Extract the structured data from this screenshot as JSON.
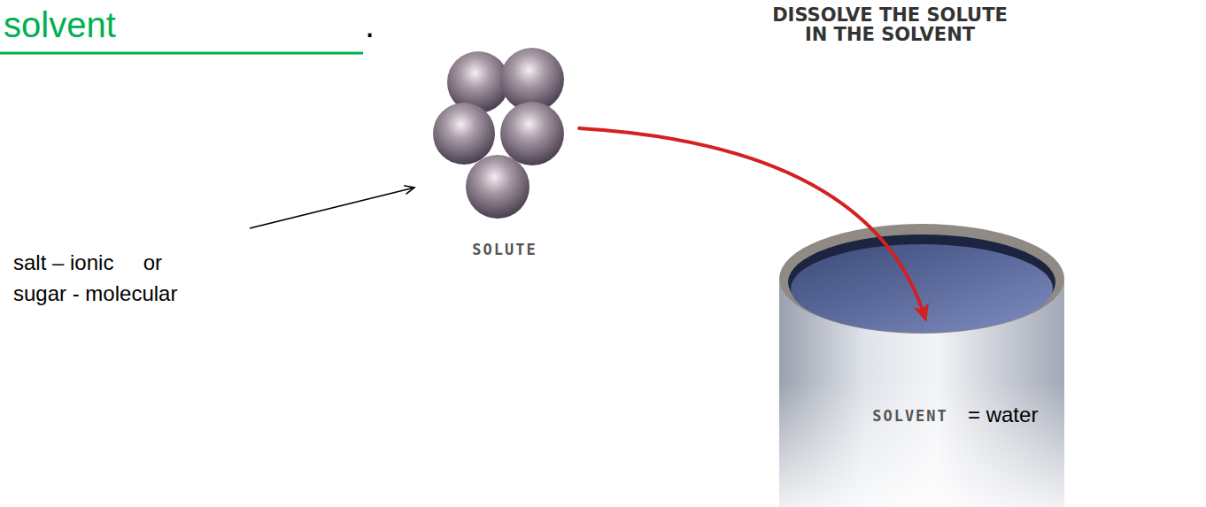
{
  "diagram": {
    "title": "DISSOLVE THE SOLUTE IN THE SOLVENT",
    "nodes": [
      {
        "text": [
          "SOLUTE"
        ]
      },
      {
        "text": [
          "SOLVENT"
        ]
      }
    ],
    "edges": [
      {
        "from": 0,
        "to": 1,
        "arrow": "to"
      }
    ],
    "labels": [
      "solvent",
      ".",
      "= water",
      "salt – ionic     or",
      "sugar - molecular"
    ]
  }
}
